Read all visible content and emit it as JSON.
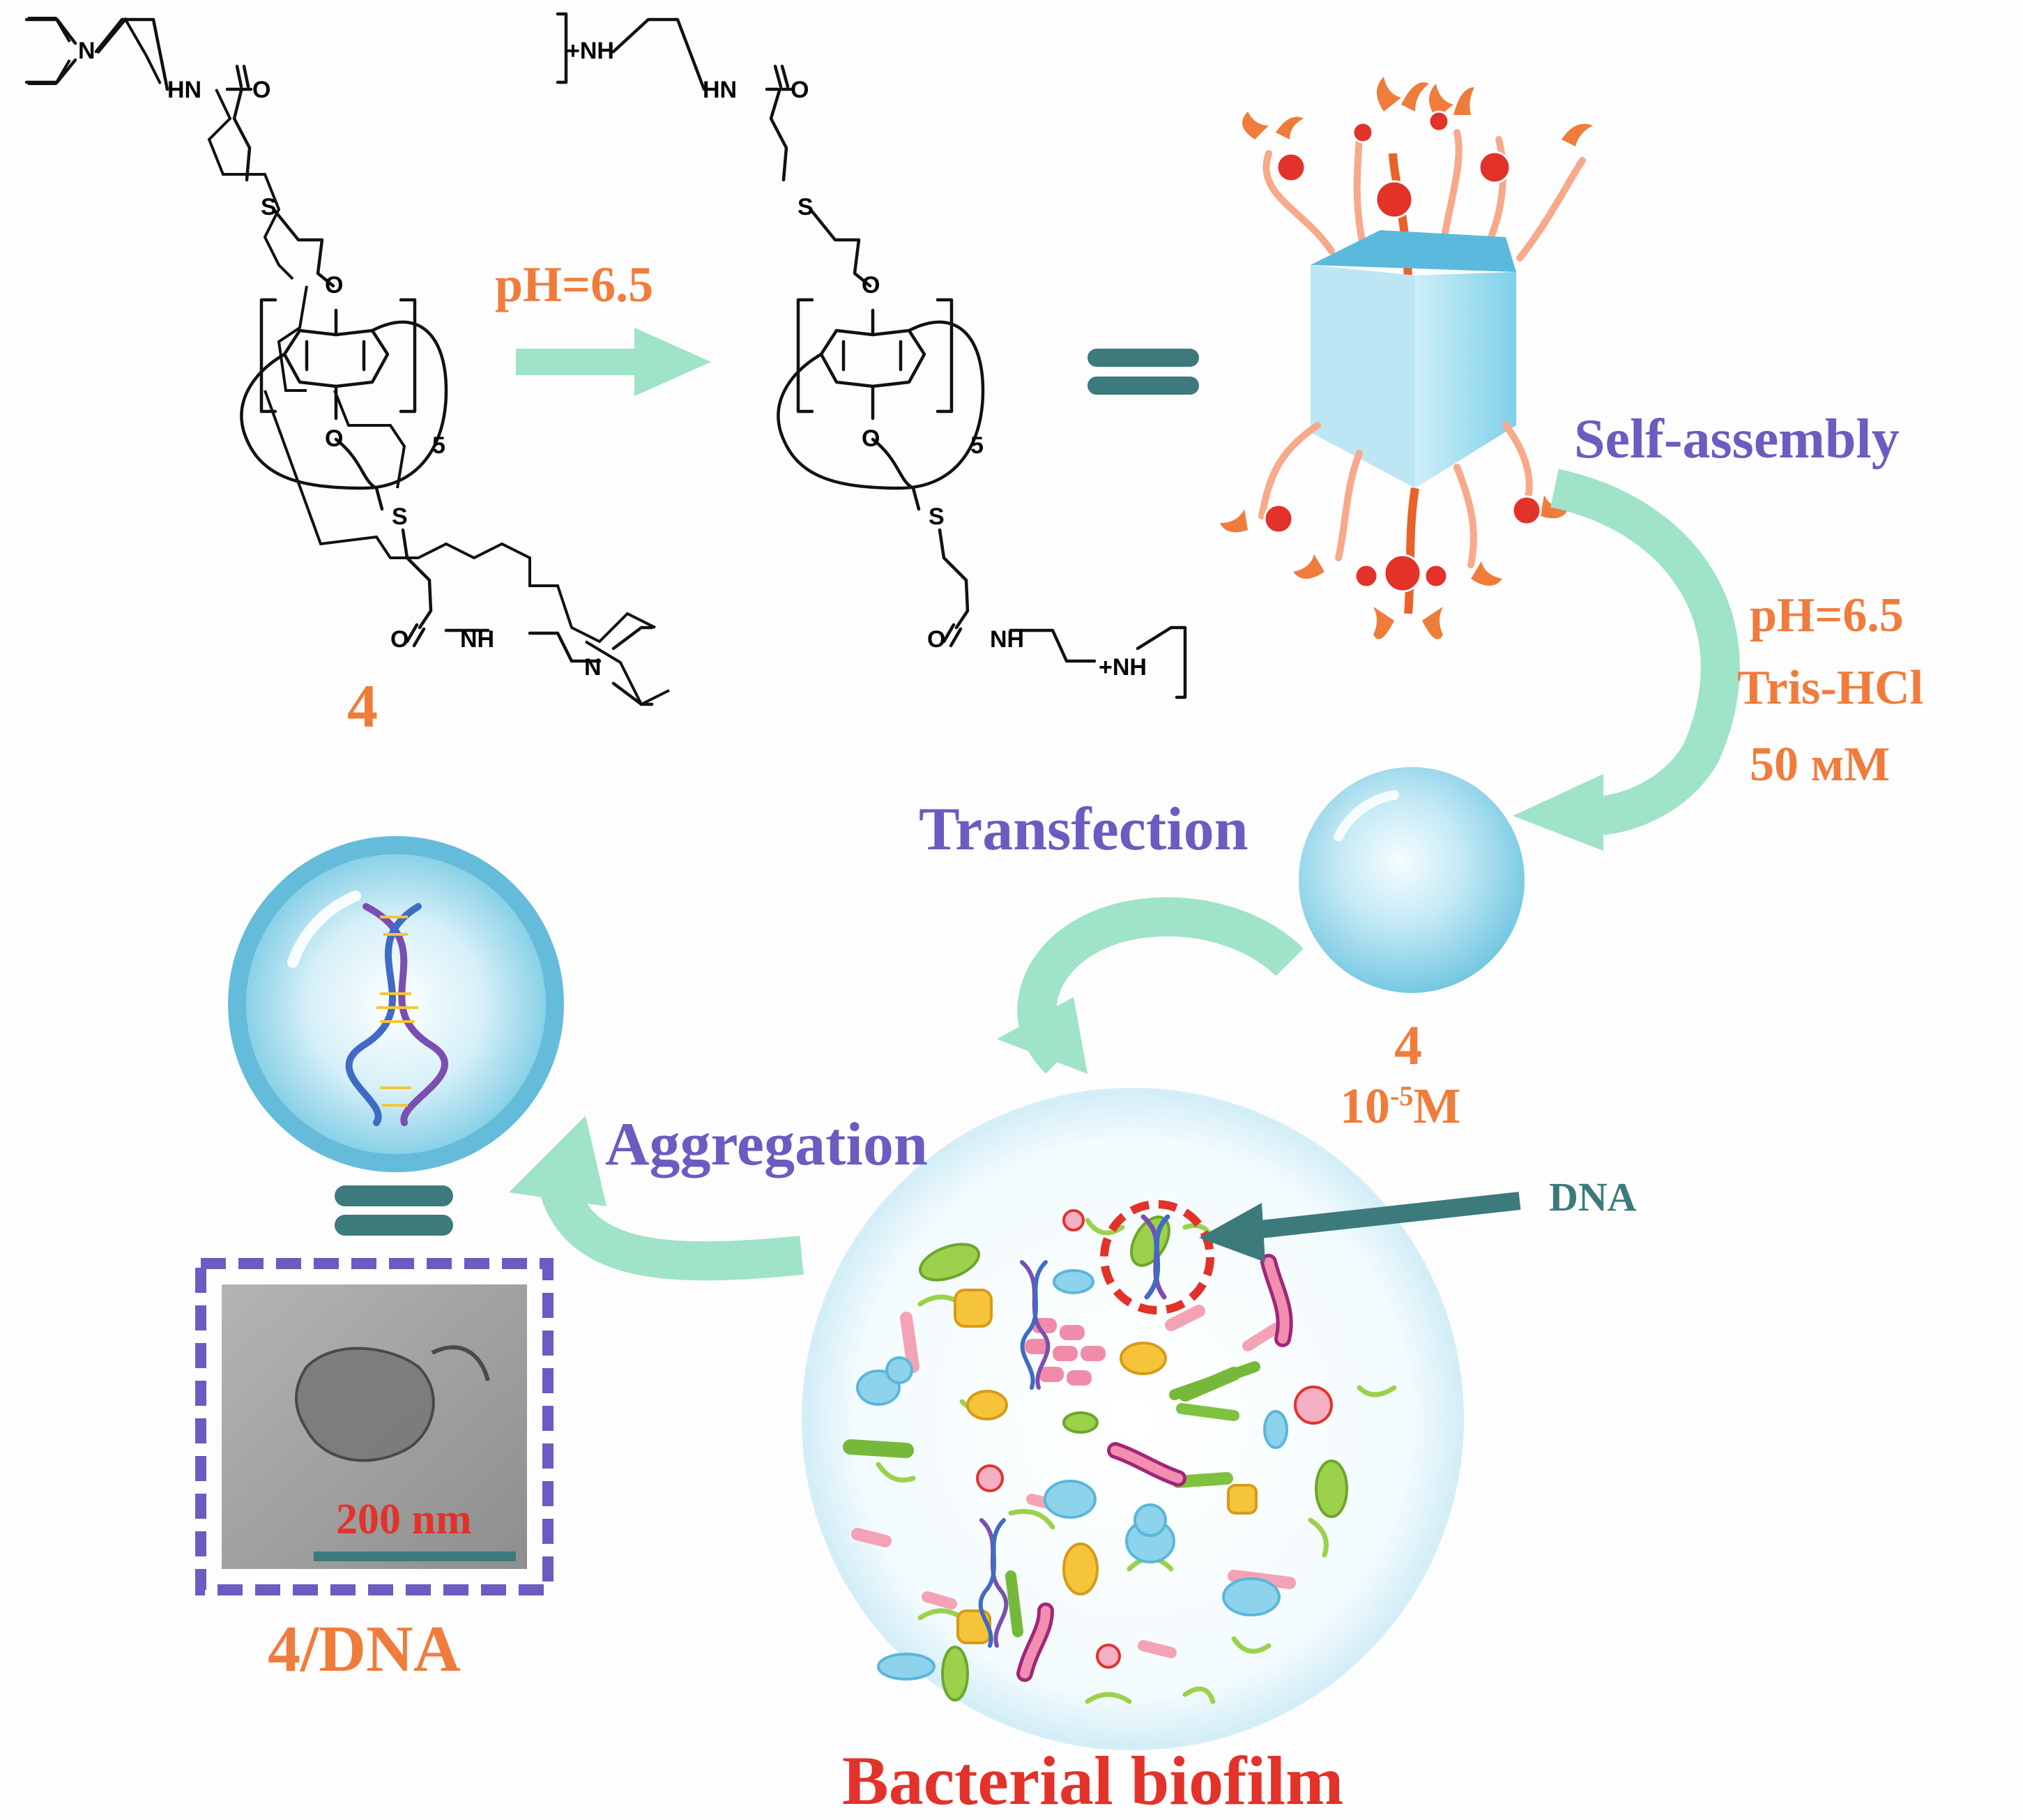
{
  "compound": {
    "label": "4",
    "repeat": "5",
    "atoms": {
      "N": "N",
      "HN": "HN",
      "NH": "NH",
      "O": "O",
      "S": "S",
      "NH_plus": "+NH"
    }
  },
  "step1": {
    "condition": "pH=6.5"
  },
  "self_assembly": {
    "label": "Self-assembly"
  },
  "conditions": {
    "ph": "pH=6.5",
    "buffer": "Tris-HCl",
    "conc": "50 мM"
  },
  "micelle": {
    "label": "4",
    "conc_base": "10",
    "conc_exp": "-5",
    "conc_unit": "M"
  },
  "transfection": {
    "label": "Transfection"
  },
  "aggregation": {
    "label": "Aggregation"
  },
  "dna_label": "DNA",
  "tem": {
    "scale": "200 nm"
  },
  "complex_label": "4/DNA",
  "biofilm_label": "Bacterial biofilm",
  "colors": {
    "orange": "#f07c3c",
    "purple": "#6a5cc0",
    "teal": "#3c7a7c",
    "arrow": "#9fe3c8",
    "red": "#e2322a",
    "blue_sphere": "#7fcfe6"
  }
}
